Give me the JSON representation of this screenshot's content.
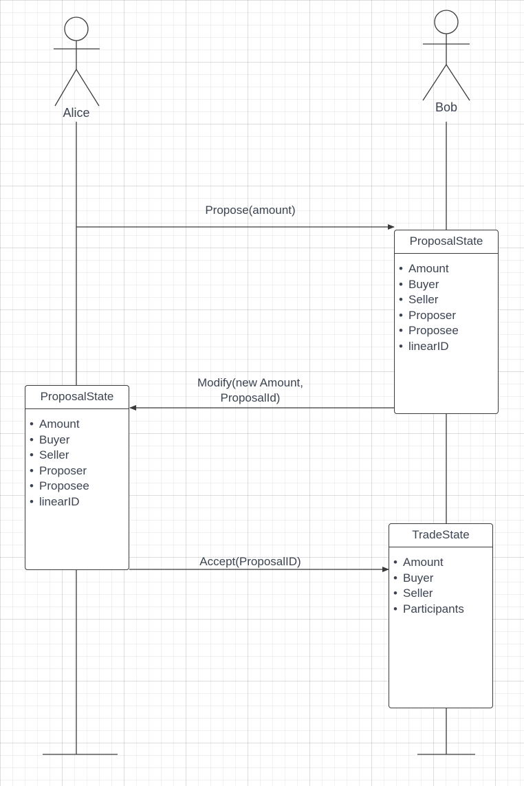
{
  "actors": [
    {
      "id": "alice",
      "label": "Alice"
    },
    {
      "id": "bob",
      "label": "Bob"
    }
  ],
  "messages": [
    {
      "id": "propose",
      "lines": [
        "Propose(amount)"
      ],
      "from": "Alice",
      "to": "Bob"
    },
    {
      "id": "modify",
      "lines": [
        "Modify(new Amount,",
        "ProposalId)"
      ],
      "from": "Bob",
      "to": "Alice"
    },
    {
      "id": "accept",
      "lines": [
        "Accept(ProposalID)"
      ],
      "from": "Alice",
      "to": "Bob"
    }
  ],
  "states": {
    "bob_proposal": {
      "title": "ProposalState",
      "fields": [
        "Amount",
        "Buyer",
        "Seller",
        "Proposer",
        "Proposee",
        "linearID"
      ]
    },
    "alice_proposal": {
      "title": "ProposalState",
      "fields": [
        "Amount",
        "Buyer",
        "Seller",
        "Proposer",
        "Proposee",
        "linearID"
      ]
    },
    "bob_trade": {
      "title": "TradeState",
      "fields": [
        "Amount",
        "Buyer",
        "Seller",
        "Participants"
      ]
    }
  },
  "colors": {
    "line": "#3a3a3a",
    "text": "#3c4350",
    "grid": "#e6e6e6",
    "background": "#ffffff"
  }
}
